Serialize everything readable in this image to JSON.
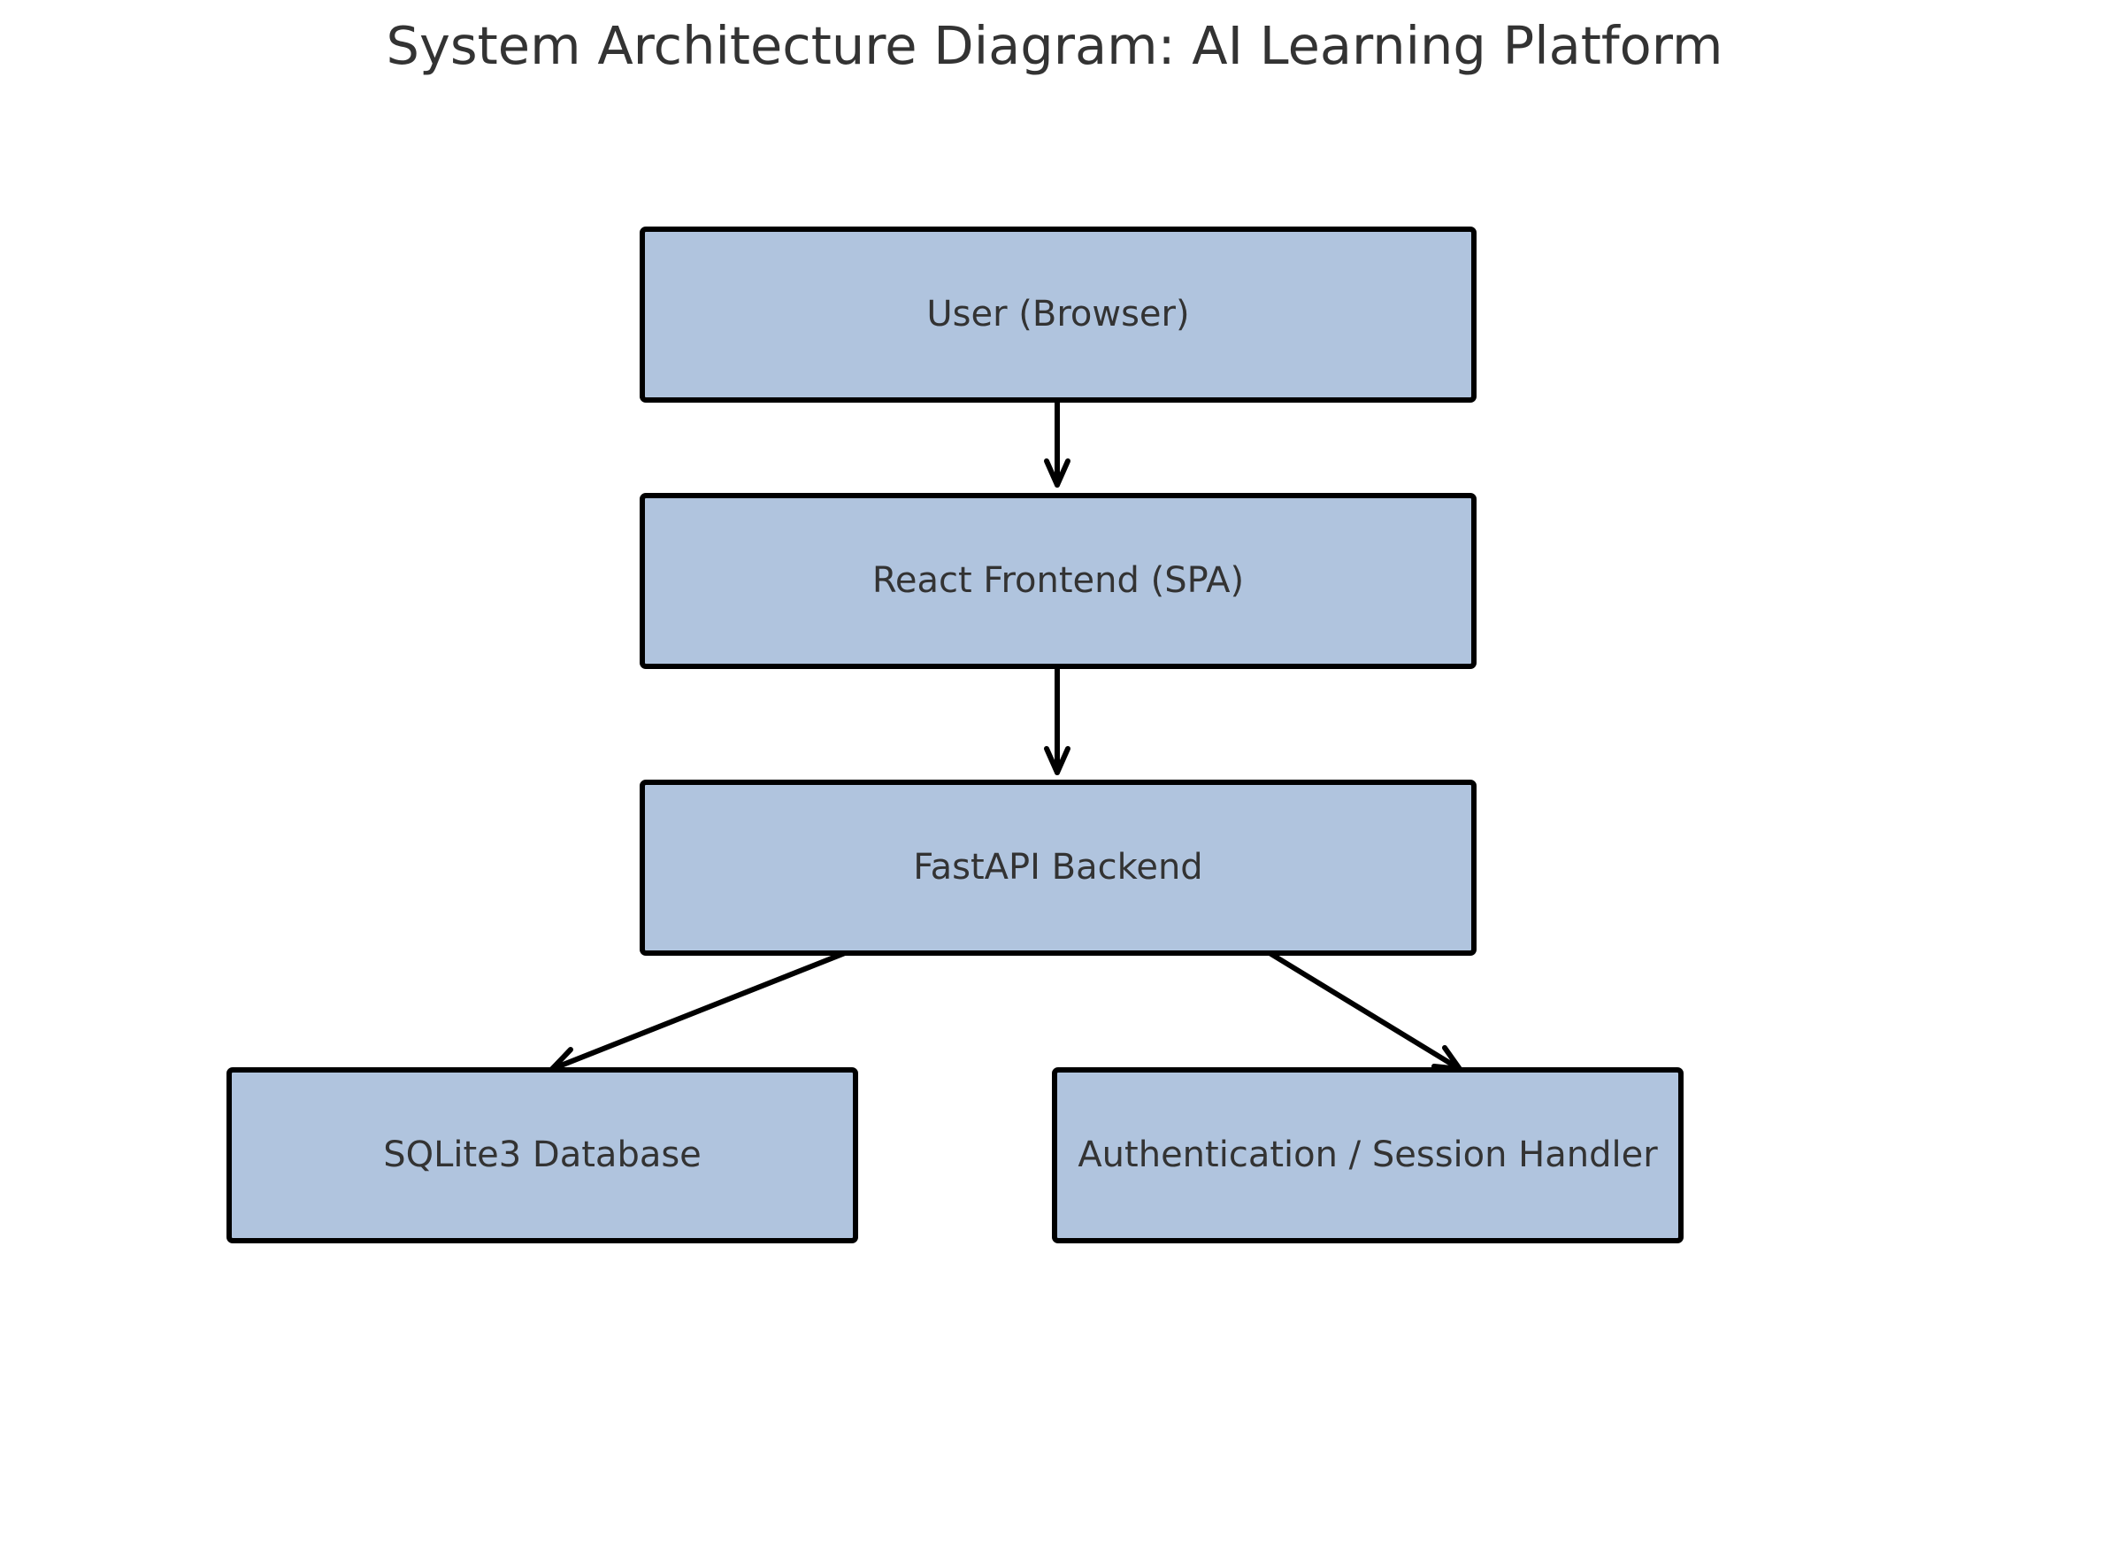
{
  "title": "System Architecture Diagram: AI Learning Platform",
  "colors": {
    "node_fill": "#b0c4de",
    "node_border": "#000000",
    "text": "#333333",
    "edge": "#000000",
    "background": "#ffffff"
  },
  "nodes": [
    {
      "id": "user",
      "label": "User (Browser)"
    },
    {
      "id": "frontend",
      "label": "React Frontend (SPA)"
    },
    {
      "id": "backend",
      "label": "FastAPI Backend"
    },
    {
      "id": "database",
      "label": "SQLite3 Database"
    },
    {
      "id": "auth",
      "label": "Authentication / Session Handler"
    }
  ],
  "edges": [
    {
      "from": "user",
      "to": "frontend"
    },
    {
      "from": "frontend",
      "to": "backend"
    },
    {
      "from": "backend",
      "to": "database"
    },
    {
      "from": "backend",
      "to": "auth"
    }
  ]
}
